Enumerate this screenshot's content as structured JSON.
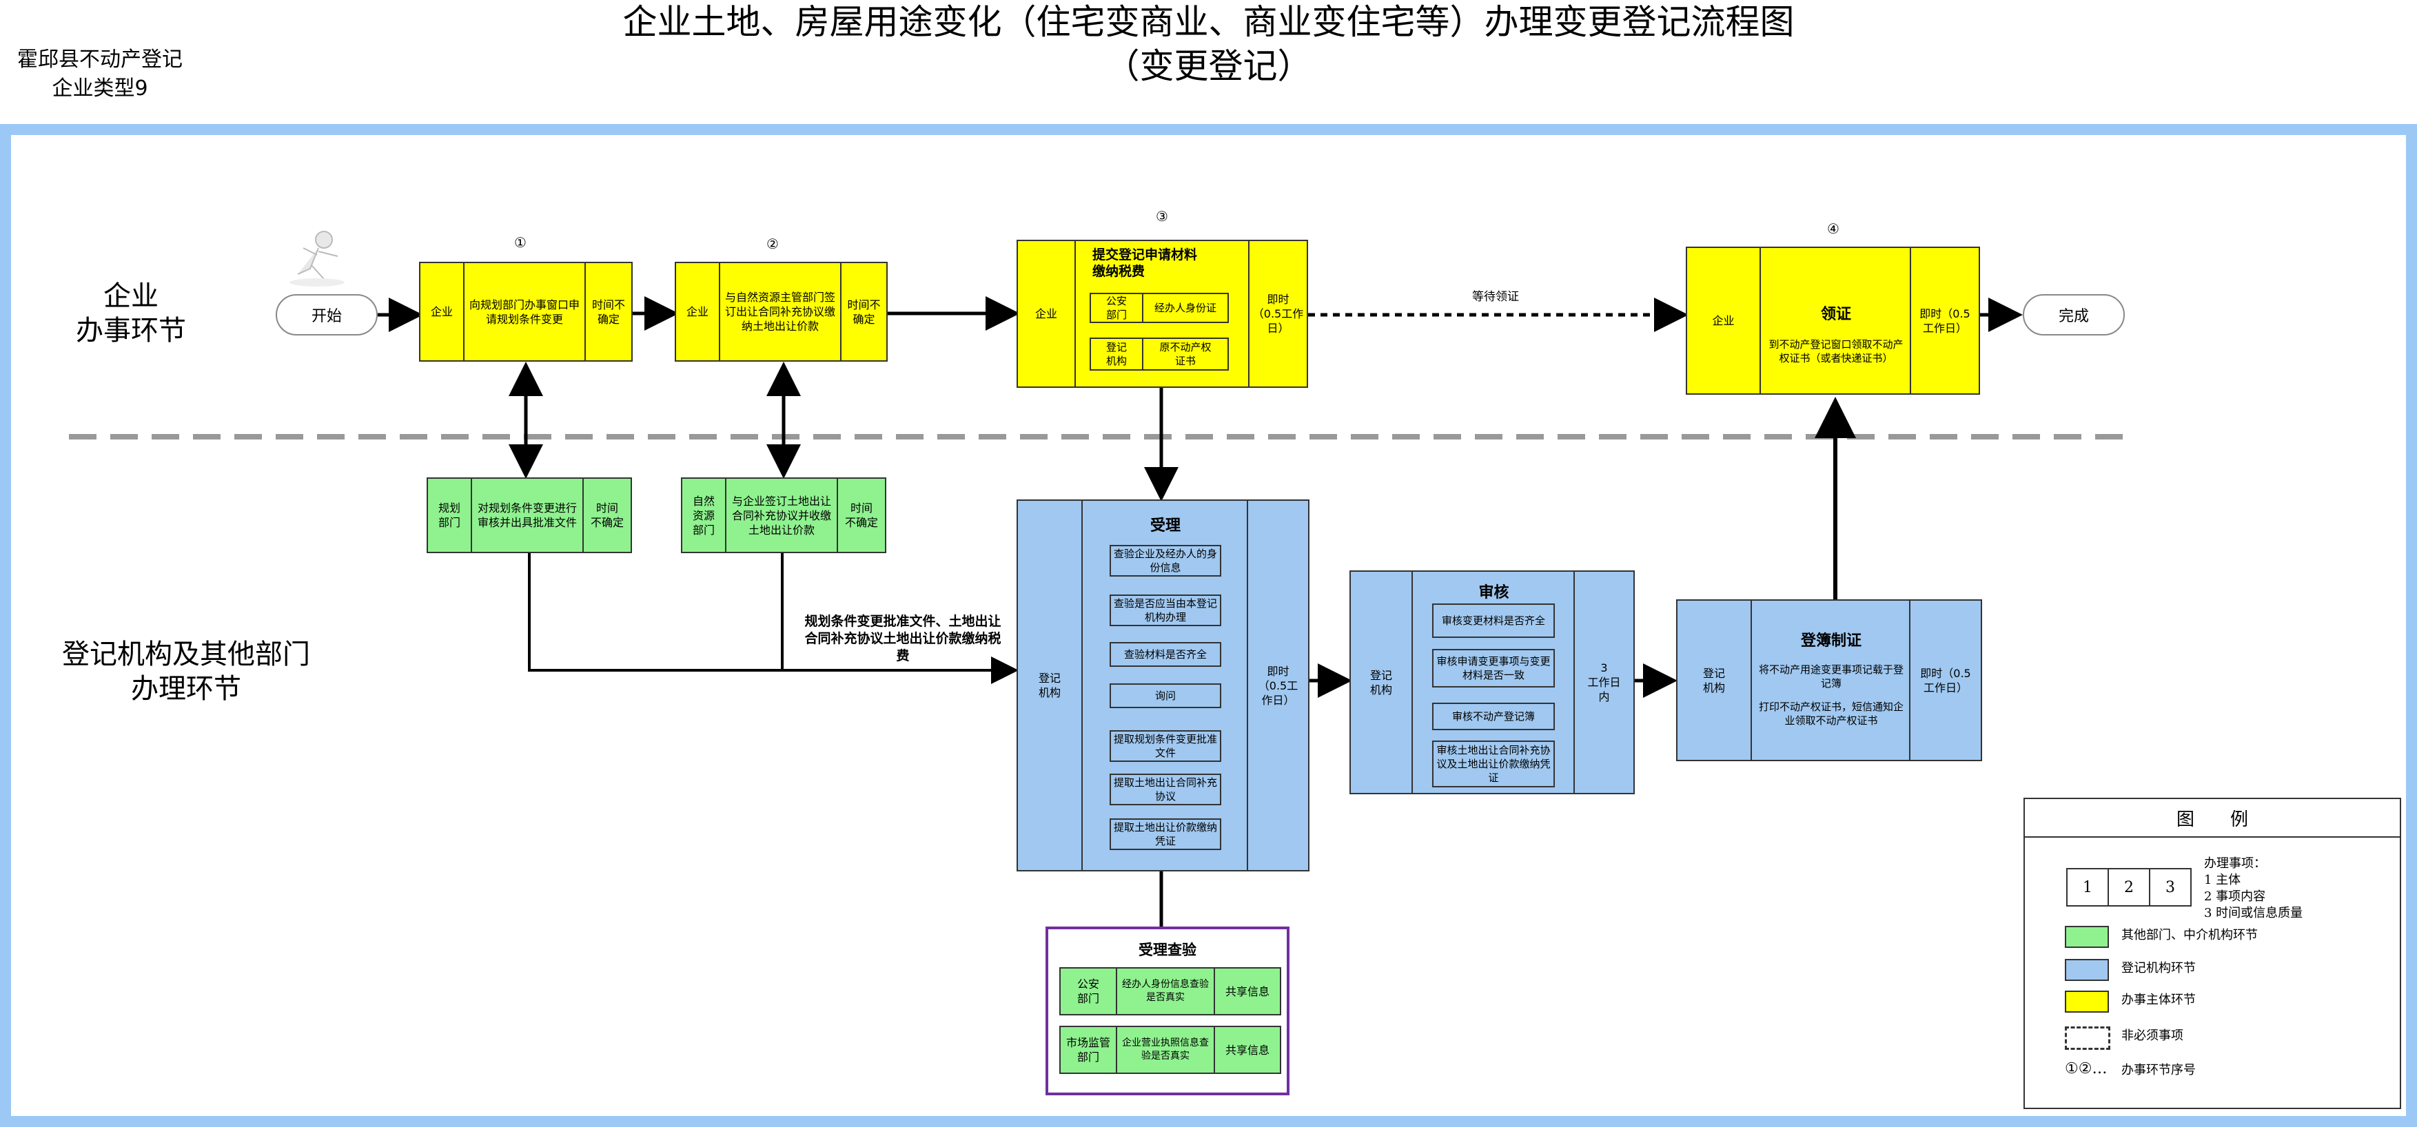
{
  "header": {
    "title_line1": "企业土地、房屋用途变化（住宅变商业、商业变住宅等）办理变更登记流程图",
    "title_line2": "（变更登记）",
    "county": "霍邱县不动产登记",
    "type": "企业类型9"
  },
  "lanes": {
    "top": "企业\n办事环节",
    "bottom": "登记机构及其他部门\n办理环节"
  },
  "nodes": {
    "start": "开始",
    "finish": "完成",
    "step1": {
      "num": "①",
      "subject": "企业",
      "content": "向规划部门办事窗口申请规划条件变更",
      "time": "时间不确定"
    },
    "step2": {
      "num": "②",
      "subject": "企业",
      "content": "与自然资源主管部门签订出让合同补充协议缴纳土地出让价款",
      "time": "时间不确定"
    },
    "step3": {
      "num": "③",
      "subject": "企业",
      "title": "提交登记申请材料\n缴纳税费",
      "time": "即时\n（0.5工作日）",
      "rows": [
        {
          "org": "公安\n部门",
          "item": "经办人身份证"
        },
        {
          "org": "登记\n机构",
          "item": "原不动产权\n证书"
        }
      ]
    },
    "step4": {
      "num": "④",
      "subject": "企业",
      "title": "领证",
      "content": "到不动产登记窗口领取不动产权证书（或者快递证书）",
      "time": "即时（0.5\n工作日）"
    },
    "wait_label": "等待领证",
    "plan": {
      "subject": "规划\n部门",
      "content": "对规划条件变更进行审核并出具批准文件",
      "time": "时间\n不确定"
    },
    "land": {
      "subject": "自然\n资源\n部门",
      "content": "与企业签订土地出让合同补充协议并收缴土地出让价款",
      "time": "时间\n不确定"
    },
    "merge_label": "规划条件变更批准文件、土地出让合同补充协议土地出让价款缴纳税费",
    "accept": {
      "subject": "登记\n机构",
      "title": "受理",
      "time": "即时\n（0.5工\n作日）",
      "items": [
        "查验企业及经办人的身份信息",
        "查验是否应当由本登记机构办理",
        "查验材料是否齐全",
        "询问",
        "提取规划条件变更批准文件",
        "提取土地出让合同补充协议",
        "提取土地出让价款缴纳凭证"
      ]
    },
    "review": {
      "subject": "登记\n机构",
      "title": "审核",
      "time": "3\n工作日\n内",
      "items": [
        "审核变更材料是否齐全",
        "审核申请变更事项与变更材料是否一致",
        "审核不动产登记簿",
        "审核土地出让合同补充协议及土地出让价款缴纳凭证"
      ]
    },
    "register": {
      "subject": "登记\n机构",
      "title": "登簿制证",
      "time": "即时（0.5\n工作日）",
      "p1": "将不动产用途变更事项记载于登记簿",
      "p2": "打印不动产权证书，短信通知企业领取不动产权证书"
    },
    "verify": {
      "title": "受理查验",
      "rows": [
        {
          "org": "公安\n部门",
          "item": "经办人身份信息查验是否真实",
          "share": "共享信息"
        },
        {
          "org": "市场监管\n部门",
          "item": "企业营业执照信息查验是否真实",
          "share": "共享信息"
        }
      ]
    }
  },
  "legend": {
    "title": "图　　例",
    "cells": [
      "1",
      "2",
      "3"
    ],
    "desc_title": "办理事项：",
    "desc": [
      "1 主体",
      "2 事项内容",
      "3 时间或信息质量"
    ],
    "green": "其他部门、中介机构环节",
    "blue": "登记机构环节",
    "yellow": "办事主体环节",
    "dashed": "非必须事项",
    "seq_symbol": "①②…",
    "seq": "办事环节序号"
  },
  "colors": {
    "yellow": "#ffff00",
    "green": "#8ff28f",
    "blue": "#a0c8f0",
    "frame": "#9cc8f5",
    "purple": "#7030a0"
  }
}
